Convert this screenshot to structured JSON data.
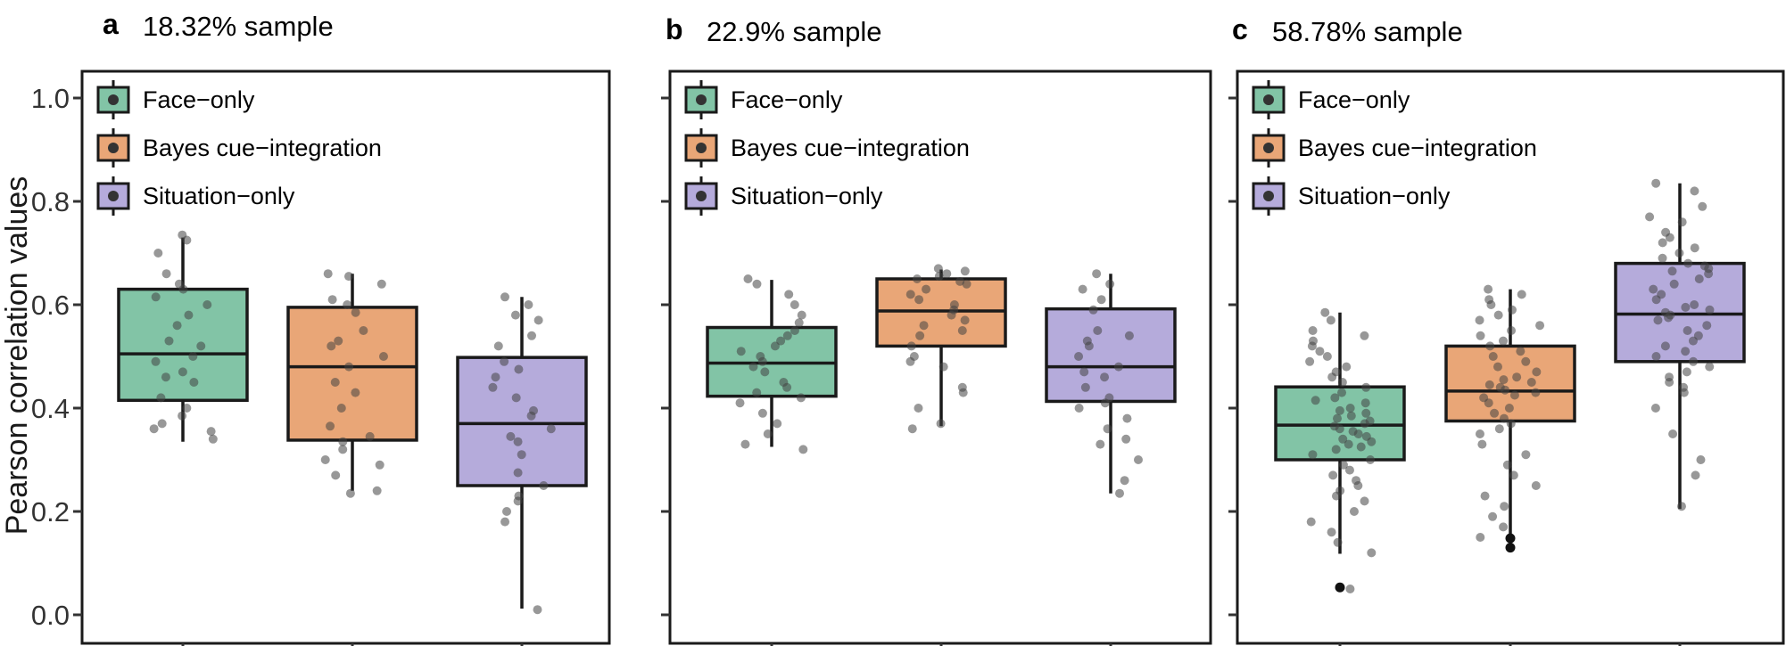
{
  "figure": {
    "ylabel": "Pearson correlation values"
  },
  "legend": [
    "Face−only",
    "Bayes cue−integration",
    "Situation−only"
  ],
  "chart_data": [
    {
      "type": "box",
      "panel_letter": "a",
      "title": "18.32% sample",
      "ylim": [
        0,
        1
      ],
      "yticks": [
        "0.0",
        "0.2",
        "0.4",
        "0.6",
        "0.8",
        "1.0"
      ],
      "legend_position": "top-left",
      "series": [
        {
          "name": "Face−only",
          "color": "#82C4A6",
          "whisker_low": 0.335,
          "q1": 0.415,
          "median": 0.505,
          "q3": 0.63,
          "whisker_high": 0.73,
          "points": [
            0.735,
            0.725,
            0.7,
            0.66,
            0.64,
            0.63,
            0.615,
            0.6,
            0.58,
            0.56,
            0.53,
            0.52,
            0.5,
            0.49,
            0.47,
            0.46,
            0.45,
            0.42,
            0.4,
            0.385,
            0.37,
            0.36,
            0.355,
            0.34
          ],
          "outliers": []
        },
        {
          "name": "Bayes cue−integration",
          "color": "#E9A677",
          "whisker_low": 0.24,
          "q1": 0.338,
          "median": 0.48,
          "q3": 0.595,
          "whisker_high": 0.66,
          "points": [
            0.66,
            0.655,
            0.64,
            0.61,
            0.6,
            0.585,
            0.55,
            0.53,
            0.52,
            0.5,
            0.48,
            0.45,
            0.43,
            0.4,
            0.365,
            0.345,
            0.335,
            0.32,
            0.3,
            0.29,
            0.27,
            0.24,
            0.235
          ],
          "outliers": []
        },
        {
          "name": "Situation−only",
          "color": "#B5ABDB",
          "whisker_low": 0.012,
          "q1": 0.25,
          "median": 0.37,
          "q3": 0.498,
          "whisker_high": 0.615,
          "points": [
            0.615,
            0.6,
            0.58,
            0.57,
            0.54,
            0.52,
            0.49,
            0.475,
            0.46,
            0.44,
            0.42,
            0.395,
            0.385,
            0.36,
            0.345,
            0.335,
            0.31,
            0.275,
            0.25,
            0.23,
            0.22,
            0.2,
            0.18,
            0.01
          ],
          "outliers": []
        }
      ]
    },
    {
      "type": "box",
      "panel_letter": "b",
      "title": "22.9% sample",
      "ylim": [
        0,
        1
      ],
      "yticks": [
        "0.0",
        "0.2",
        "0.4",
        "0.6",
        "0.8",
        "1.0"
      ],
      "legend_position": "top-left",
      "series": [
        {
          "name": "Face−only",
          "color": "#82C4A6",
          "whisker_low": 0.325,
          "q1": 0.423,
          "median": 0.487,
          "q3": 0.556,
          "whisker_high": 0.648,
          "points": [
            0.65,
            0.64,
            0.62,
            0.6,
            0.58,
            0.565,
            0.55,
            0.54,
            0.53,
            0.52,
            0.51,
            0.5,
            0.49,
            0.48,
            0.47,
            0.45,
            0.44,
            0.43,
            0.42,
            0.41,
            0.39,
            0.37,
            0.35,
            0.33,
            0.32
          ],
          "outliers": []
        },
        {
          "name": "Bayes cue−integration",
          "color": "#E9A677",
          "whisker_low": 0.365,
          "q1": 0.52,
          "median": 0.588,
          "q3": 0.65,
          "whisker_high": 0.668,
          "points": [
            0.67,
            0.665,
            0.66,
            0.655,
            0.65,
            0.645,
            0.64,
            0.63,
            0.62,
            0.61,
            0.6,
            0.59,
            0.58,
            0.57,
            0.56,
            0.55,
            0.54,
            0.52,
            0.5,
            0.49,
            0.48,
            0.44,
            0.43,
            0.4,
            0.37,
            0.36
          ],
          "outliers": []
        },
        {
          "name": "Situation−only",
          "color": "#B5ABDB",
          "whisker_low": 0.235,
          "q1": 0.413,
          "median": 0.48,
          "q3": 0.592,
          "whisker_high": 0.66,
          "points": [
            0.66,
            0.64,
            0.63,
            0.61,
            0.59,
            0.55,
            0.54,
            0.53,
            0.52,
            0.5,
            0.48,
            0.47,
            0.46,
            0.44,
            0.42,
            0.41,
            0.4,
            0.38,
            0.36,
            0.34,
            0.33,
            0.3,
            0.26,
            0.235
          ],
          "outliers": []
        }
      ]
    },
    {
      "type": "box",
      "panel_letter": "c",
      "title": "58.78% sample",
      "ylim": [
        0,
        1
      ],
      "yticks": [
        "0.0",
        "0.2",
        "0.4",
        "0.6",
        "0.8",
        "1.0"
      ],
      "legend_position": "top-left",
      "series": [
        {
          "name": "Face−only",
          "color": "#82C4A6",
          "whisker_low": 0.118,
          "q1": 0.3,
          "median": 0.367,
          "q3": 0.441,
          "whisker_high": 0.585,
          "points": [
            0.585,
            0.57,
            0.55,
            0.54,
            0.53,
            0.52,
            0.51,
            0.5,
            0.49,
            0.48,
            0.47,
            0.46,
            0.45,
            0.44,
            0.43,
            0.42,
            0.415,
            0.41,
            0.4,
            0.395,
            0.39,
            0.385,
            0.38,
            0.375,
            0.37,
            0.365,
            0.36,
            0.355,
            0.35,
            0.345,
            0.34,
            0.335,
            0.33,
            0.325,
            0.32,
            0.31,
            0.3,
            0.29,
            0.28,
            0.27,
            0.26,
            0.25,
            0.24,
            0.23,
            0.22,
            0.2,
            0.18,
            0.16,
            0.14,
            0.12,
            0.05
          ],
          "outliers": [
            0.053
          ]
        },
        {
          "name": "Bayes cue−integration",
          "color": "#E9A677",
          "whisker_low": 0.14,
          "q1": 0.375,
          "median": 0.433,
          "q3": 0.52,
          "whisker_high": 0.63,
          "points": [
            0.63,
            0.62,
            0.61,
            0.6,
            0.59,
            0.58,
            0.57,
            0.56,
            0.55,
            0.54,
            0.53,
            0.52,
            0.51,
            0.5,
            0.49,
            0.48,
            0.47,
            0.46,
            0.455,
            0.45,
            0.445,
            0.44,
            0.435,
            0.43,
            0.425,
            0.42,
            0.41,
            0.4,
            0.39,
            0.38,
            0.37,
            0.36,
            0.35,
            0.33,
            0.31,
            0.29,
            0.27,
            0.25,
            0.23,
            0.21,
            0.19,
            0.17,
            0.15
          ],
          "outliers": [
            0.148,
            0.13
          ]
        },
        {
          "name": "Situation−only",
          "color": "#B5ABDB",
          "whisker_low": 0.205,
          "q1": 0.49,
          "median": 0.582,
          "q3": 0.68,
          "whisker_high": 0.835,
          "points": [
            0.835,
            0.82,
            0.79,
            0.77,
            0.76,
            0.74,
            0.73,
            0.72,
            0.71,
            0.7,
            0.69,
            0.68,
            0.675,
            0.67,
            0.665,
            0.66,
            0.65,
            0.64,
            0.63,
            0.62,
            0.61,
            0.6,
            0.595,
            0.59,
            0.585,
            0.58,
            0.575,
            0.57,
            0.56,
            0.55,
            0.54,
            0.53,
            0.52,
            0.51,
            0.5,
            0.49,
            0.48,
            0.47,
            0.46,
            0.45,
            0.44,
            0.43,
            0.4,
            0.35,
            0.3,
            0.27,
            0.21
          ],
          "outliers": []
        }
      ]
    }
  ]
}
